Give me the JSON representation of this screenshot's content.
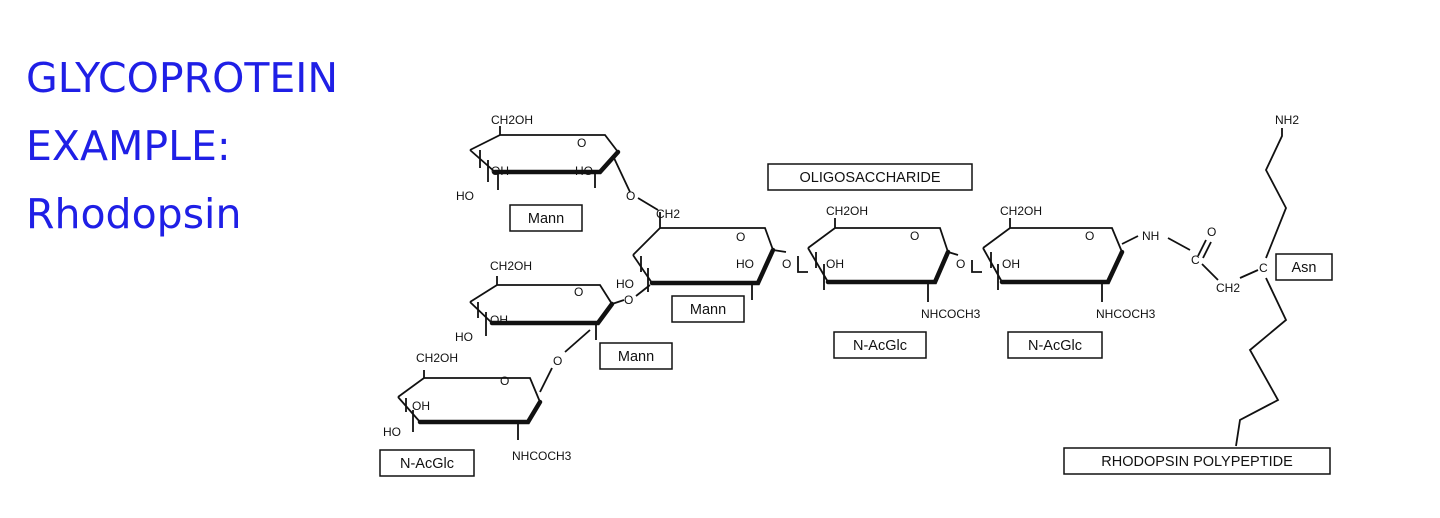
{
  "title": {
    "line1": "GLYCOPROTEIN",
    "line2": "EXAMPLE:",
    "line3": "Rhodopsin"
  },
  "diagram": {
    "oligo_label": "OLIGOSACCHARIDE",
    "polypeptide_label": "RHODOPSIN POLYPEPTIDE",
    "asn_label": "Asn",
    "nh2": "NH2",
    "nh": "NH",
    "c": "C",
    "o": "O",
    "ch2": "CH2",
    "ch2oh": "CH2OH",
    "oh": "OH",
    "ho": "HO",
    "nhcoch3": "NHCOCH3",
    "mann": "Mann",
    "nacglc": "N-AcGlc",
    "colors": {
      "title": "#1f1fe6",
      "ink": "#111111"
    }
  }
}
